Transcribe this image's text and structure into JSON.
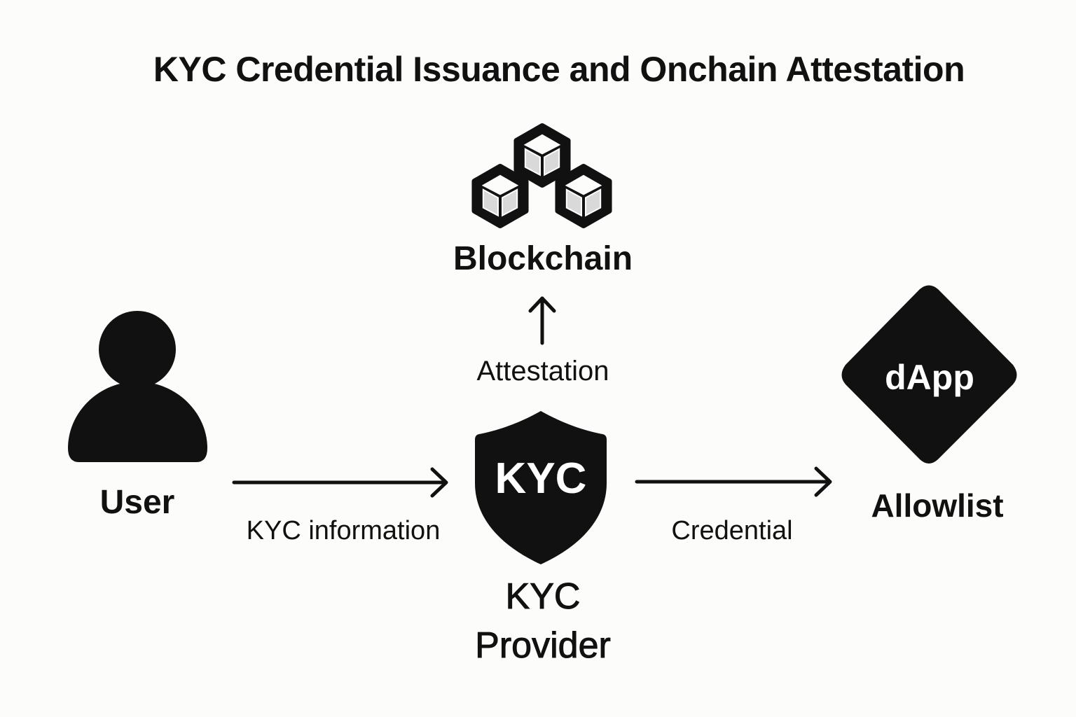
{
  "title": "KYC Credential Issuance and Onchain Attestation",
  "nodes": {
    "user": {
      "label": "User",
      "icon": "person-icon"
    },
    "kyc_provider": {
      "badge": "KYC",
      "label_line1": "KYC",
      "label_line2": "Provider",
      "icon": "shield-icon"
    },
    "blockchain": {
      "label": "Blockchain",
      "icon": "blocks-icon"
    },
    "dapp": {
      "badge": "dApp",
      "label": "Allowlist",
      "icon": "diamond-icon"
    }
  },
  "edges": [
    {
      "from": "user",
      "to": "kyc_provider",
      "label": "KYC information"
    },
    {
      "from": "kyc_provider",
      "to": "blockchain",
      "label": "Attestation"
    },
    {
      "from": "kyc_provider",
      "to": "dapp",
      "label": "Credential"
    }
  ],
  "colors": {
    "background": "#fcfcfa",
    "ink": "#111111",
    "cube_face": "#d9d9d9"
  }
}
